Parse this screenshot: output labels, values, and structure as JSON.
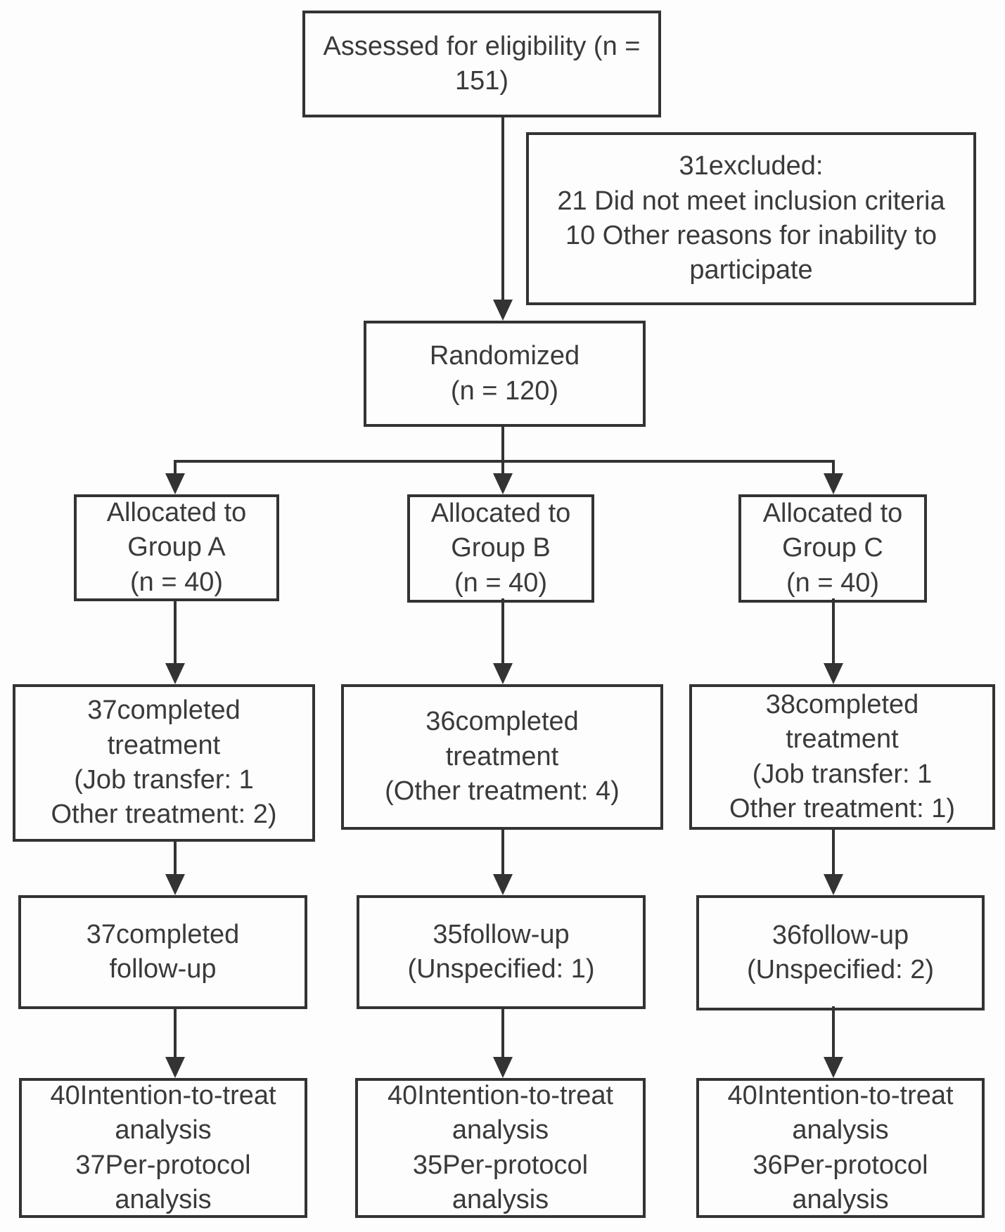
{
  "colors": {
    "box_border": "#333333",
    "connector": "#333333",
    "text": "#3a3a3a",
    "background": "#fdfdfd"
  },
  "flow": {
    "assessed": "Assessed for eligibility (n =\n151)",
    "excluded": "31excluded:\n21 Did not meet inclusion criteria\n10 Other reasons for inability to\nparticipate",
    "randomized": "Randomized\n(n = 120)",
    "groups": [
      {
        "id": "group-a",
        "allocation": "Allocated to\nGroup A\n(n = 40)",
        "treatment": "37completed\ntreatment\n(Job transfer: 1\nOther treatment: 2)",
        "followup": "37completed\nfollow-up",
        "analysis": "40Intention-to-treat\nanalysis\n37Per-protocol\nanalysis"
      },
      {
        "id": "group-b",
        "allocation": "Allocated to\nGroup B\n(n = 40)",
        "treatment": "36completed\ntreatment\n(Other treatment: 4)",
        "followup": "35follow-up\n(Unspecified: 1)",
        "analysis": "40Intention-to-treat\nanalysis\n35Per-protocol\nanalysis"
      },
      {
        "id": "group-c",
        "allocation": "Allocated to\nGroup C\n(n = 40)",
        "treatment": "38completed\ntreatment\n(Job transfer: 1\nOther treatment: 1)",
        "followup": "36follow-up\n(Unspecified: 2)",
        "analysis": "40Intention-to-treat\nanalysis\n36Per-protocol\nanalysis"
      }
    ]
  }
}
